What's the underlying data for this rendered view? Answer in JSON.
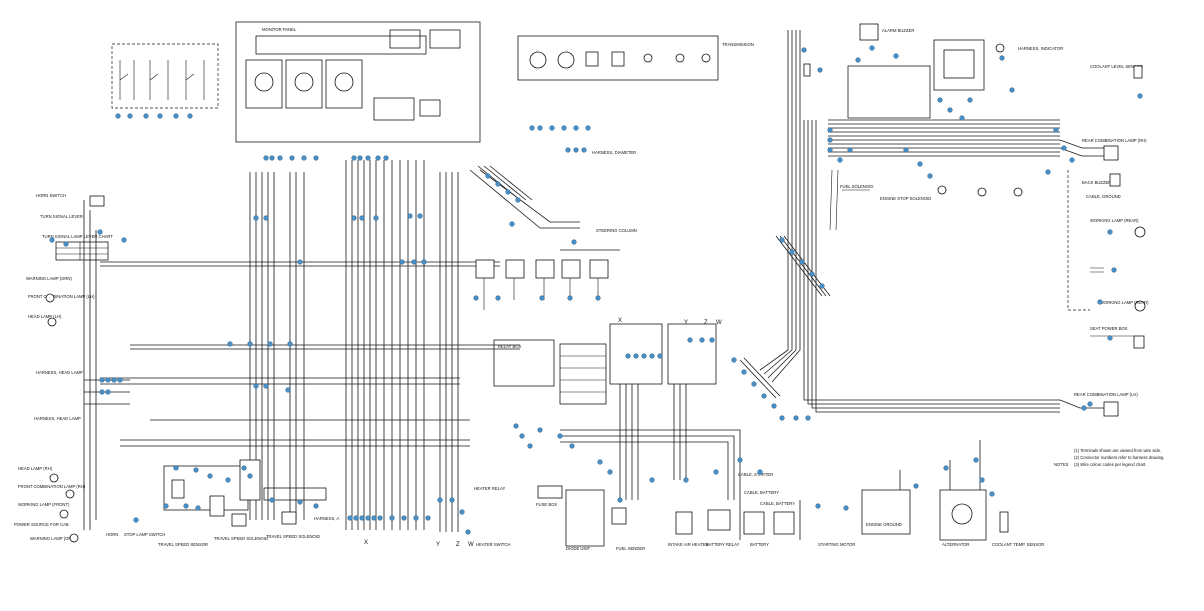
{
  "labels": {
    "monitor_panel": "MONITOR PANEL",
    "horn_switch": "HORN SWITCH",
    "turn_signal_lever": "TURN SIGNAL LEVER",
    "turn_signal_lamp_lever_chart": "TURN SIGNAL LAMP LEVER CHART",
    "warning_lamp": "WARNING LAMP (GRN)",
    "front_combination_lamp_lh": "FRONT COMBINATION LAMP (LH)",
    "head_lamp_lh": "HEAD LAMP (LH)",
    "harness_head_lamp_upper": "HARNESS, HEAD LAMP",
    "harness_head_lamp_lower": "HARNESS, HEAD LAMP",
    "head_lamp_rh": "HEAD LAMP (RH)",
    "front_combination_lamp_rh": "FRONT COMBINATION LAMP (RH)",
    "working_lamp_front": "WORKING LAMP (FRONT)",
    "power_source_for_cab": "POWER SOURCE FOR CAB",
    "warning_lamp_bottom": "WARNING LAMP (OPT)",
    "horn": "HORN",
    "stop_lamp_switch": "STOP LAMP SWITCH",
    "travel_speed_sensor": "TRAVEL SPEED SENSOR",
    "travel_speed_solenoid_1": "TRAVEL SPEED SOLENOID",
    "travel_speed_solenoid_2": "TRAVEL SPEED SOLENOID",
    "harness_a": "HARNESS, A",
    "fuse_box": "FUSE BOX",
    "heater_relay": "HEATER RELAY",
    "heater_switch": "HEATER SWITCH",
    "diode_unit": "DIODE UNIT",
    "relay_box": "RELAY BOX",
    "fuel_sender": "FUEL SENDER",
    "battery_relay": "BATTERY RELAY",
    "battery": "BATTERY",
    "cable_starter": "CABLE, STARTER",
    "cable_battery_1": "CABLE, BATTERY",
    "cable_battery_2": "CABLE, BATTERY",
    "alternator": "ALTERNATOR",
    "engine_ground": "ENGINE GROUND",
    "starting_motor": "STARTING MOTOR",
    "intake_air_heater": "INTAKE AIR HEATER",
    "coolant_temp_sensor": "COOLANT TEMP. SENSOR",
    "fuel_solenoid": "FUEL SOLENOID",
    "transmission": "TRANSMISSION",
    "harness_diameter": "HARNESS, DIAMETER",
    "steering_column": "STEERING COLUMN",
    "rear_combination_lamp_rh": "REAR COMBINATION LAMP (RH)",
    "rear_combination_lamp_lh": "REAR COMBINATION LAMP (LH)",
    "back_buzzer": "BACK BUZZER",
    "working_lamp_rear_1": "WORKING LAMP (REAR)",
    "working_lamp_rear_2": "WORKING LAMP (REAR)",
    "seat_power_box": "SEAT POWER BOX",
    "harness_indicator": "HARNESS, INDICATOR",
    "coolant_level": "COOLANT LEVEL SENSOR",
    "alarm_buzzer": "ALARM BUZZER",
    "engine_stop_solenoid": "ENGINE STOP SOLENOID",
    "cable_ground": "CABLE, GROUND",
    "notes_title": "NOTES",
    "note_1": "(1) Terminals shown are viewed from wire side.",
    "note_2": "(2) Connector numbers refer to harness drawing.",
    "note_3": "(3) Wire colour codes per legend chart."
  },
  "terminals": {
    "x1": "X",
    "y1": "Y",
    "z1": "Z",
    "w1": "W",
    "x2": "X",
    "y2": "Y",
    "z2": "Z",
    "w2": "W"
  }
}
